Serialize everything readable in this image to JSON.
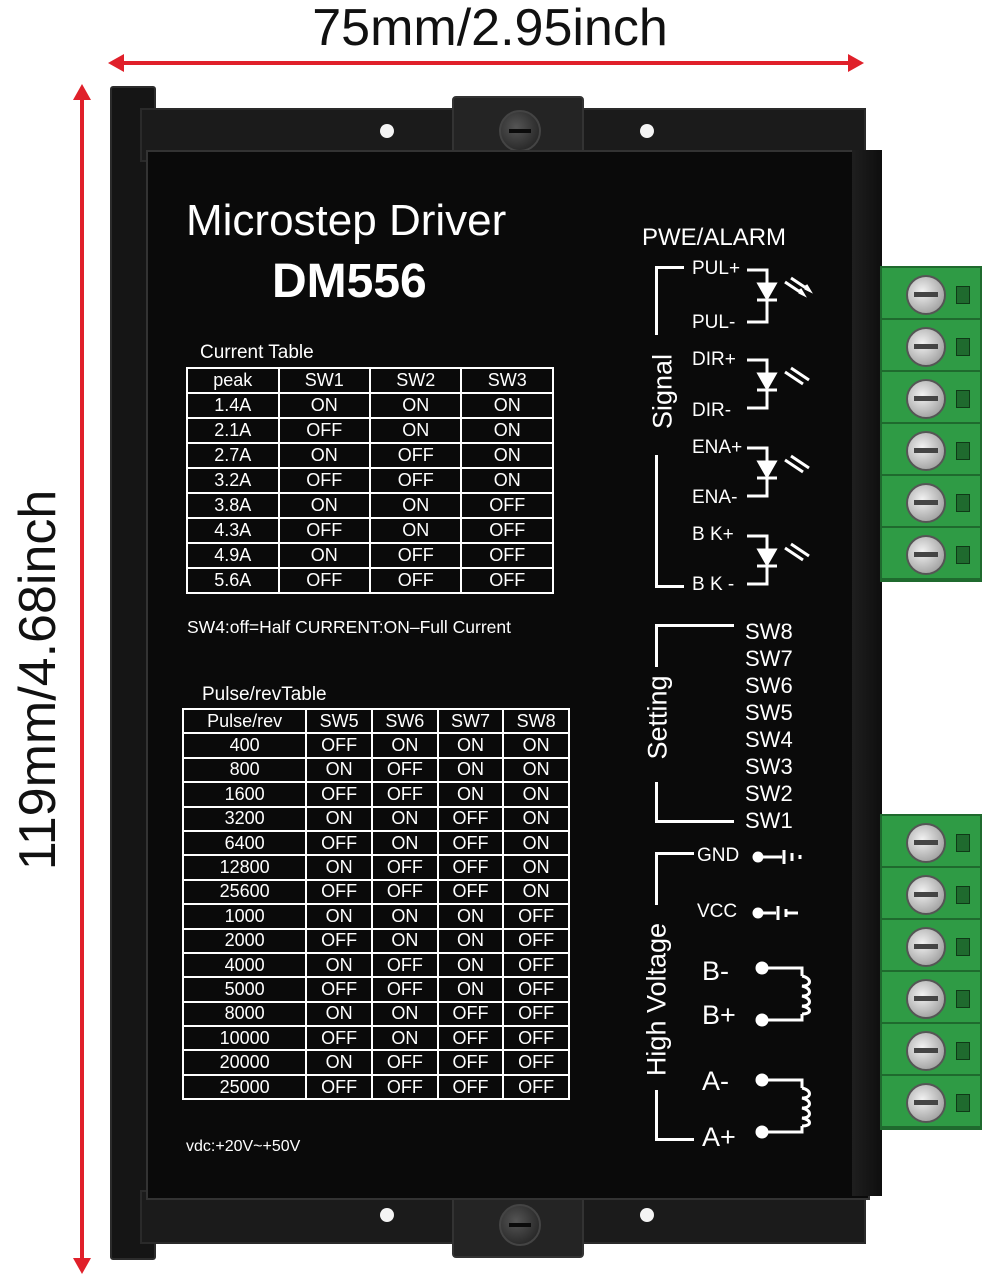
{
  "dimensions": {
    "width_label": "75mm/2.95inch",
    "height_label": "119mm/4.68inch"
  },
  "device": {
    "title": "Microstep  Driver",
    "model": "DM556"
  },
  "current_table": {
    "caption": "Current Table",
    "headers": [
      "peak",
      "SW1",
      "SW2",
      "SW3"
    ],
    "rows": [
      [
        "1.4A",
        "ON",
        "ON",
        "ON"
      ],
      [
        "2.1A",
        "OFF",
        "ON",
        "ON"
      ],
      [
        "2.7A",
        "ON",
        "OFF",
        "ON"
      ],
      [
        "3.2A",
        "OFF",
        "OFF",
        "ON"
      ],
      [
        "3.8A",
        "ON",
        "ON",
        "OFF"
      ],
      [
        "4.3A",
        "OFF",
        "ON",
        "OFF"
      ],
      [
        "4.9A",
        "ON",
        "OFF",
        "OFF"
      ],
      [
        "5.6A",
        "OFF",
        "OFF",
        "OFF"
      ]
    ],
    "note": "SW4:off=Half CURRENT:ON–Full Current"
  },
  "pulse_table": {
    "caption": "Pulse/revTable",
    "headers": [
      "Pulse/rev",
      "SW5",
      "SW6",
      "SW7",
      "SW8"
    ],
    "rows": [
      [
        "400",
        "OFF",
        "ON",
        "ON",
        "ON"
      ],
      [
        "800",
        "ON",
        "OFF",
        "ON",
        "ON"
      ],
      [
        "1600",
        "OFF",
        "OFF",
        "ON",
        "ON"
      ],
      [
        "3200",
        "ON",
        "ON",
        "OFF",
        "ON"
      ],
      [
        "6400",
        "OFF",
        "ON",
        "OFF",
        "ON"
      ],
      [
        "12800",
        "ON",
        "OFF",
        "OFF",
        "ON"
      ],
      [
        "25600",
        "OFF",
        "OFF",
        "OFF",
        "ON"
      ],
      [
        "1000",
        "ON",
        "ON",
        "ON",
        "OFF"
      ],
      [
        "2000",
        "OFF",
        "ON",
        "ON",
        "OFF"
      ],
      [
        "4000",
        "ON",
        "OFF",
        "ON",
        "OFF"
      ],
      [
        "5000",
        "OFF",
        "OFF",
        "ON",
        "OFF"
      ],
      [
        "8000",
        "ON",
        "ON",
        "OFF",
        "OFF"
      ],
      [
        "10000",
        "OFF",
        "ON",
        "OFF",
        "OFF"
      ],
      [
        "20000",
        "ON",
        "OFF",
        "OFF",
        "OFF"
      ],
      [
        "25000",
        "OFF",
        "OFF",
        "OFF",
        "OFF"
      ]
    ],
    "note": "vdc:+20V~+50V"
  },
  "signal": {
    "header": "PWE/ALARM",
    "group_label": "Signal",
    "pins": [
      "PUL+",
      "PUL-",
      "DIR+",
      "DIR-",
      "ENA+",
      "ENA-",
      "B K+",
      "B K -"
    ]
  },
  "setting": {
    "group_label": "Setting",
    "switches": [
      "SW8",
      "SW7",
      "SW6",
      "SW5",
      "SW4",
      "SW3",
      "SW2",
      "SW1"
    ]
  },
  "high_voltage": {
    "group_label": "High Voltage",
    "pins": [
      "GND",
      "VCC",
      "B-",
      "B+",
      "A-",
      "A+"
    ]
  },
  "colors": {
    "terminal": "#2f9b45",
    "arrow": "#e0202a",
    "panel": "#0a0a0a"
  }
}
